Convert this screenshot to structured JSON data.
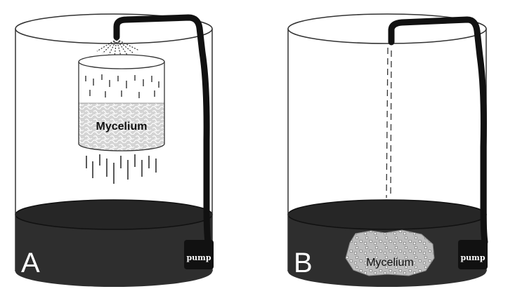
{
  "panels": [
    {
      "label": "A",
      "mycelium_label": "Mycelium",
      "pump_label": "pump"
    },
    {
      "label": "B",
      "mycelium_label": "Mycelium",
      "pump_label": "pump"
    }
  ],
  "colors": {
    "liquid": "#2e2e2e",
    "tube": "#111111",
    "mycelium": "#c8c8c8",
    "outline": "#333333"
  }
}
